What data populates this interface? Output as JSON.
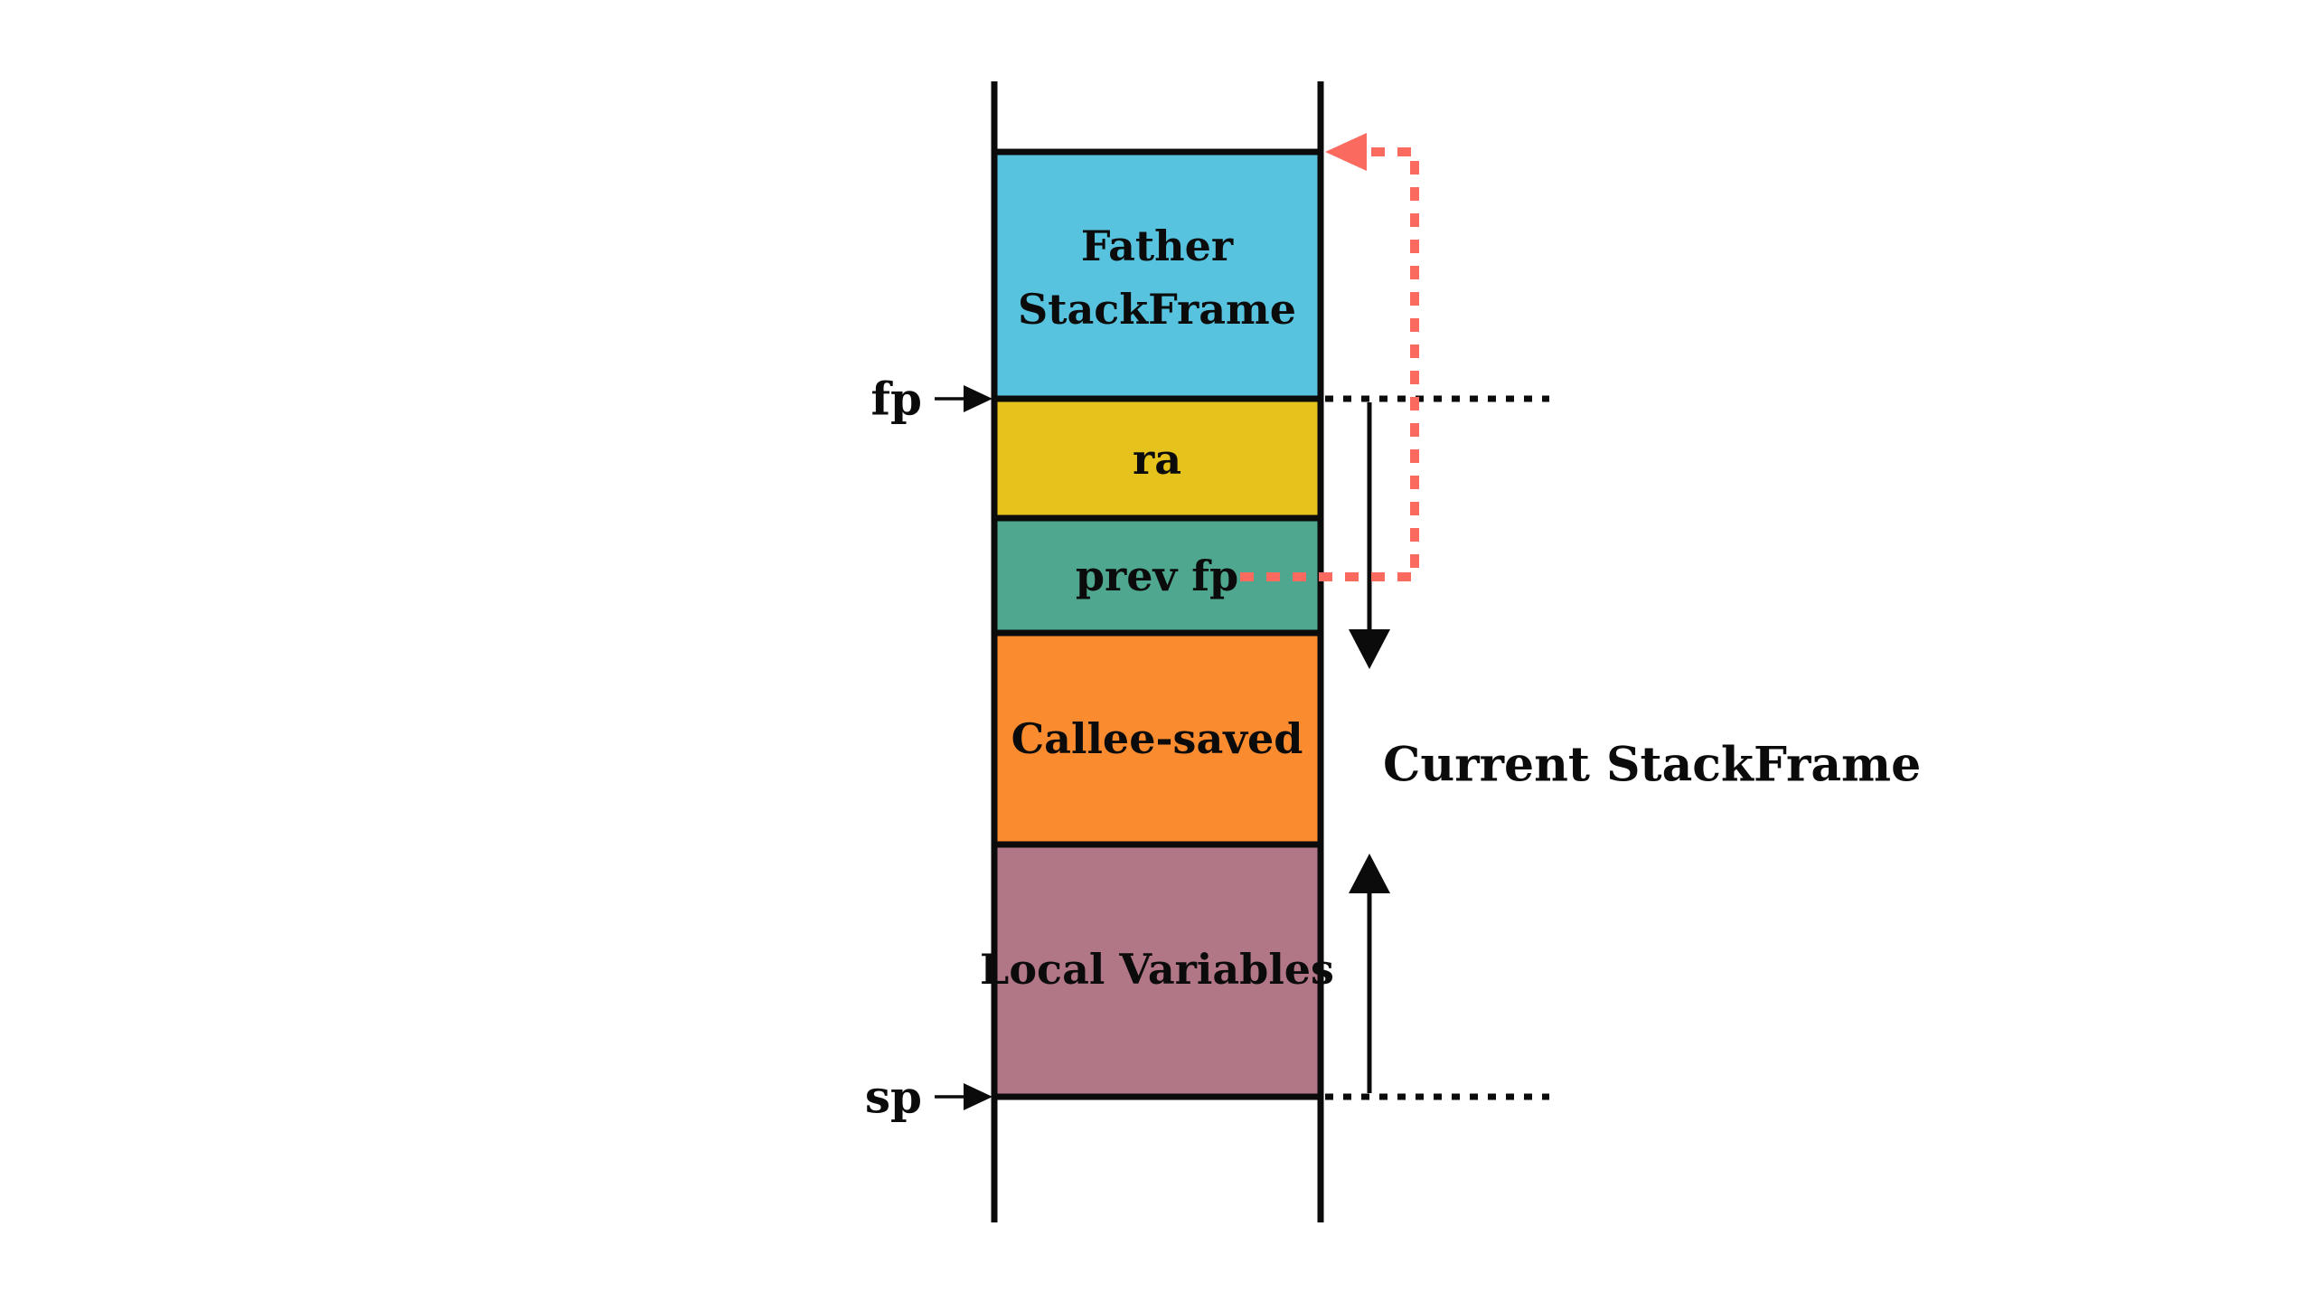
{
  "diagram": {
    "kind": "stack-frame-layout",
    "stack": {
      "boxes": [
        {
          "id": "father-stackframe",
          "line1": "Father",
          "line2": "StackFrame",
          "color": "#57C3DE"
        },
        {
          "id": "ra",
          "line1": "ra",
          "color": "#E5C31C"
        },
        {
          "id": "prev-fp",
          "line1": "prev fp",
          "color": "#4FA78F"
        },
        {
          "id": "callee-saved",
          "line1": "Callee-saved",
          "color": "#FB8B2F"
        },
        {
          "id": "local-variables",
          "line1": "Local Variables",
          "color": "#B17787"
        }
      ]
    },
    "pointers": {
      "fp_label": "fp",
      "sp_label": "sp"
    },
    "annotations": {
      "current_frame_label": "Current StackFrame"
    },
    "colors": {
      "line": "#0b0b0b",
      "prev_fp_pointer": "#FA6A5F",
      "background": "#ffffff"
    }
  }
}
